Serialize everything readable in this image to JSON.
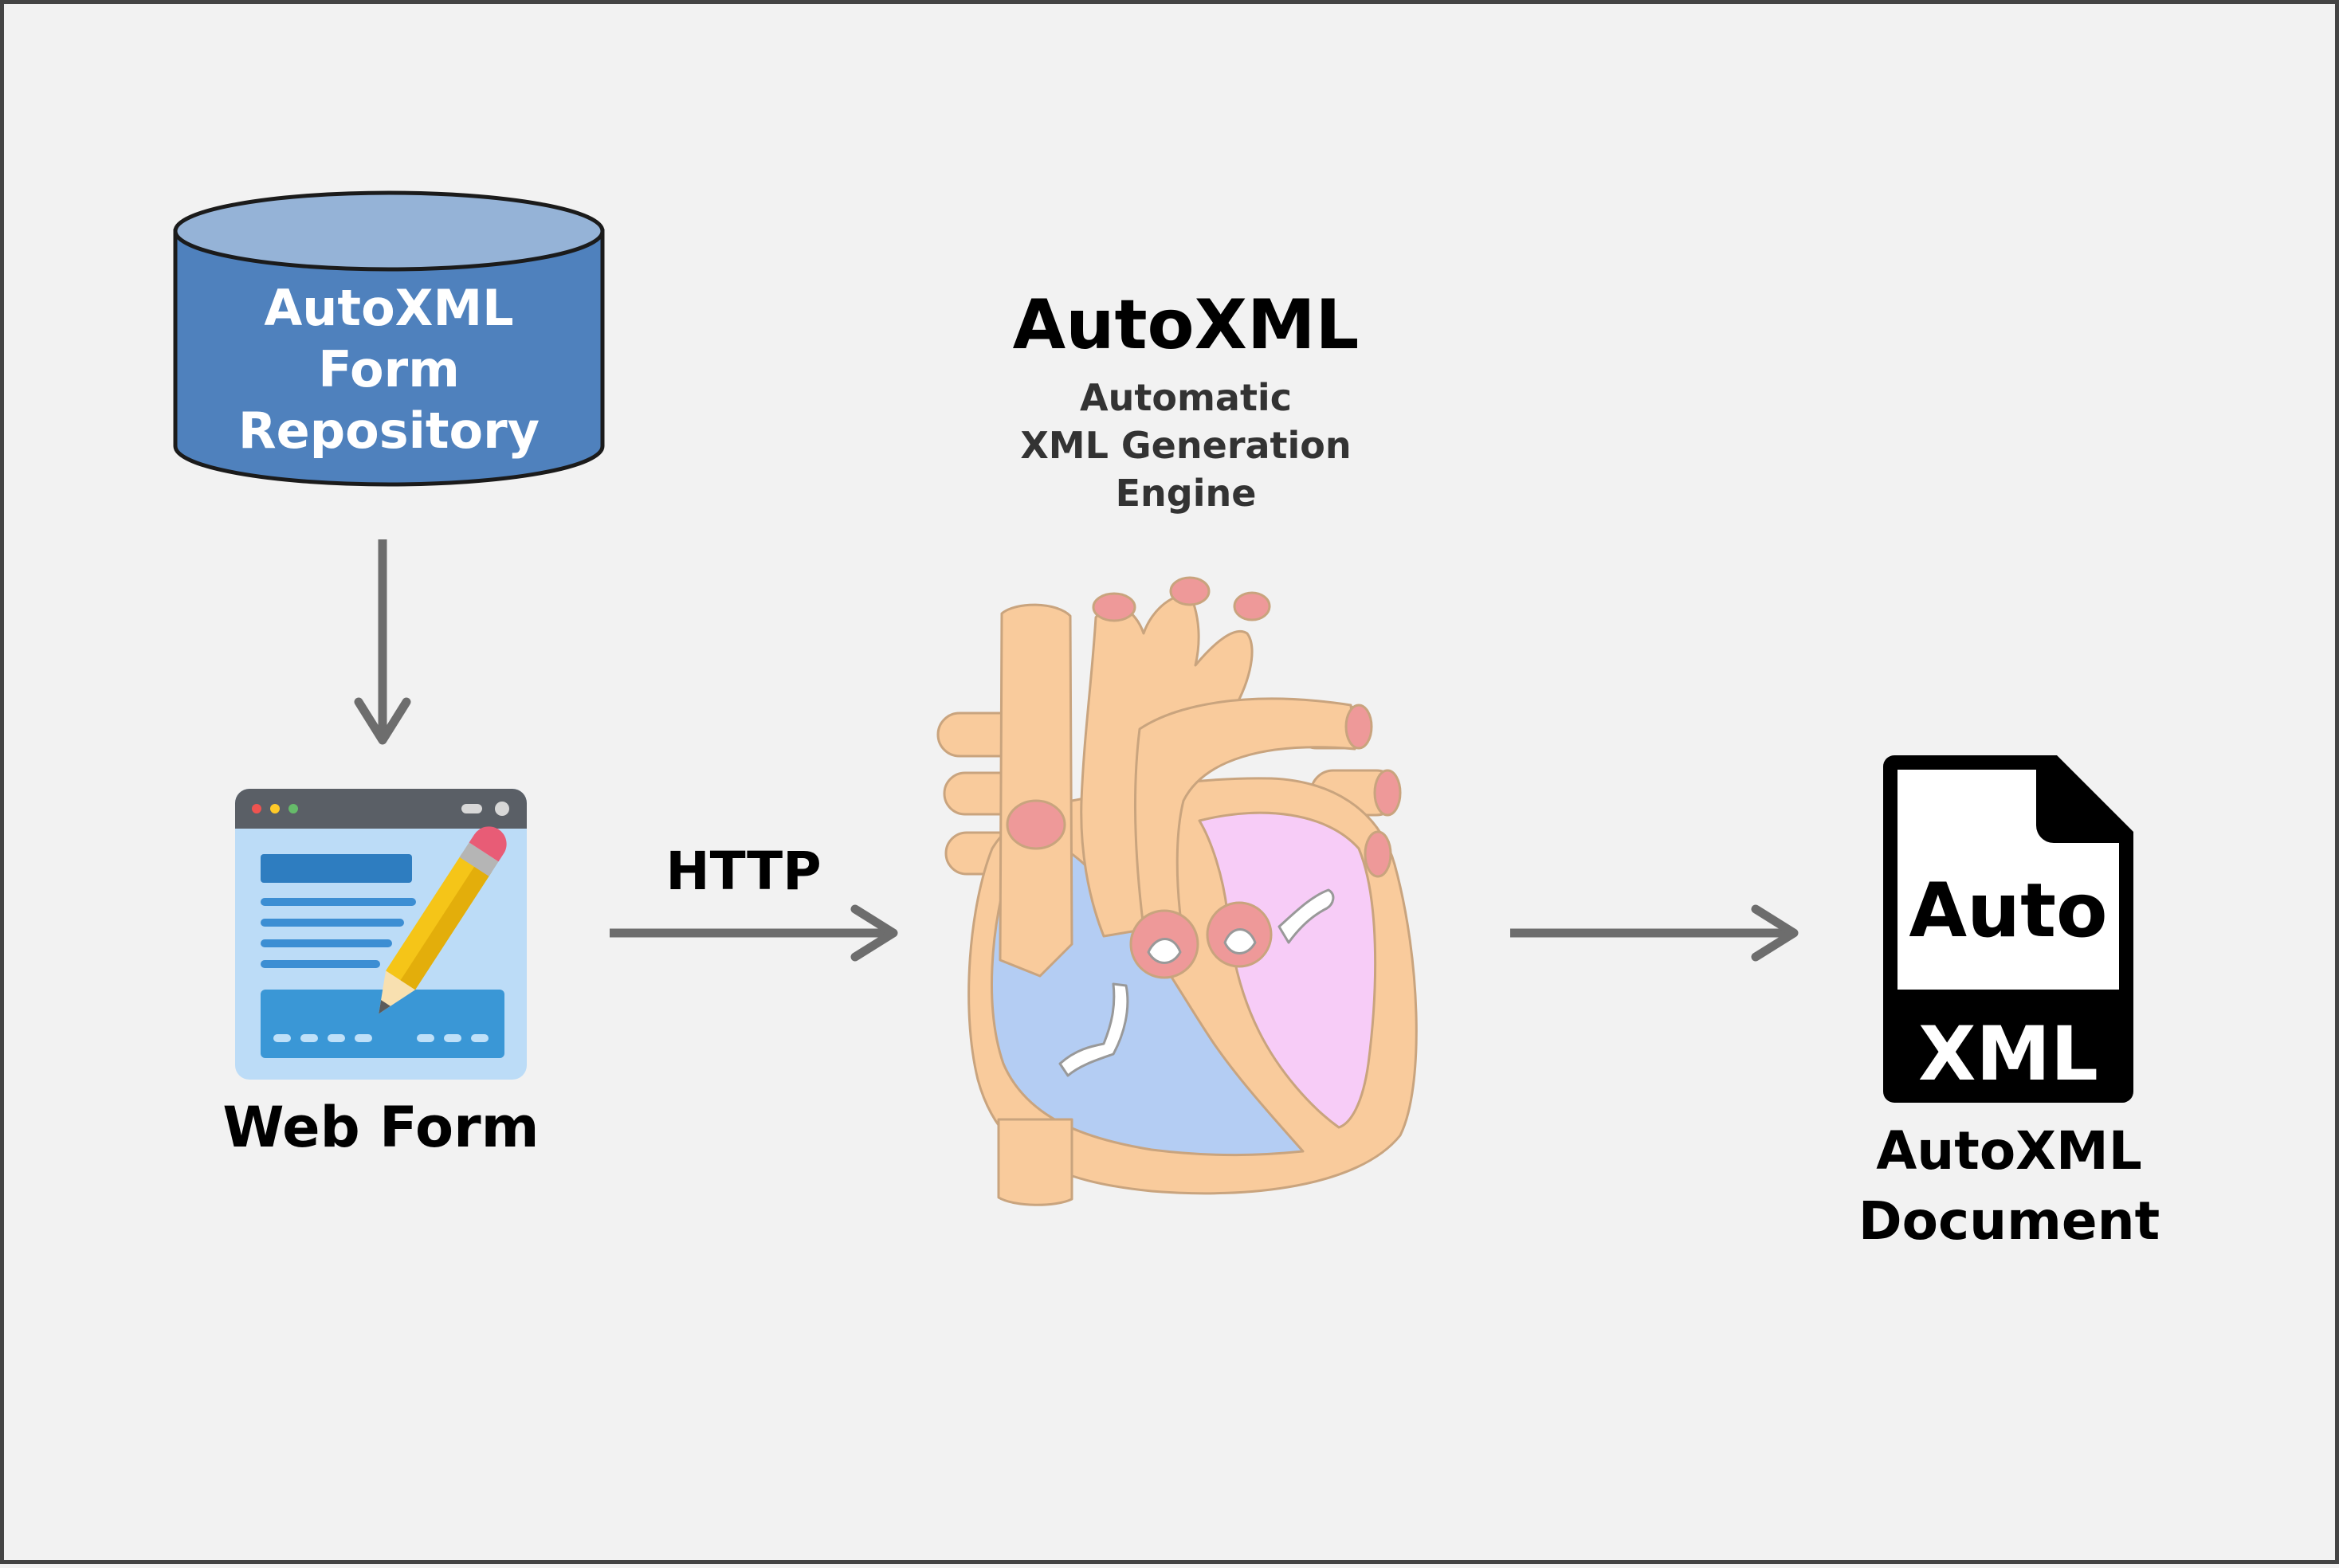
{
  "repository": {
    "line1": "AutoXML",
    "line2": "Form",
    "line3": "Repository"
  },
  "web_form": {
    "label": "Web Form"
  },
  "connector": {
    "label": "HTTP"
  },
  "engine": {
    "title": "AutoXML",
    "sub1": "Automatic",
    "sub2": "XML Generation",
    "sub3": "Engine"
  },
  "document": {
    "icon_top": "Auto",
    "icon_bottom": "XML",
    "line1": "AutoXML",
    "line2": "Document"
  },
  "colors": {
    "db_top": "#95b3d7",
    "db_body": "#4f81bd",
    "arrow": "#6d6d6d",
    "heart_muscle": "#f9cb9c",
    "heart_blue": "#b4cdf3",
    "heart_pink": "#f7ccf7",
    "heart_valve": "#ee9999"
  },
  "icons": [
    "database-icon",
    "web-form-icon",
    "pencil-icon",
    "heart-engine-icon",
    "xml-file-icon"
  ]
}
